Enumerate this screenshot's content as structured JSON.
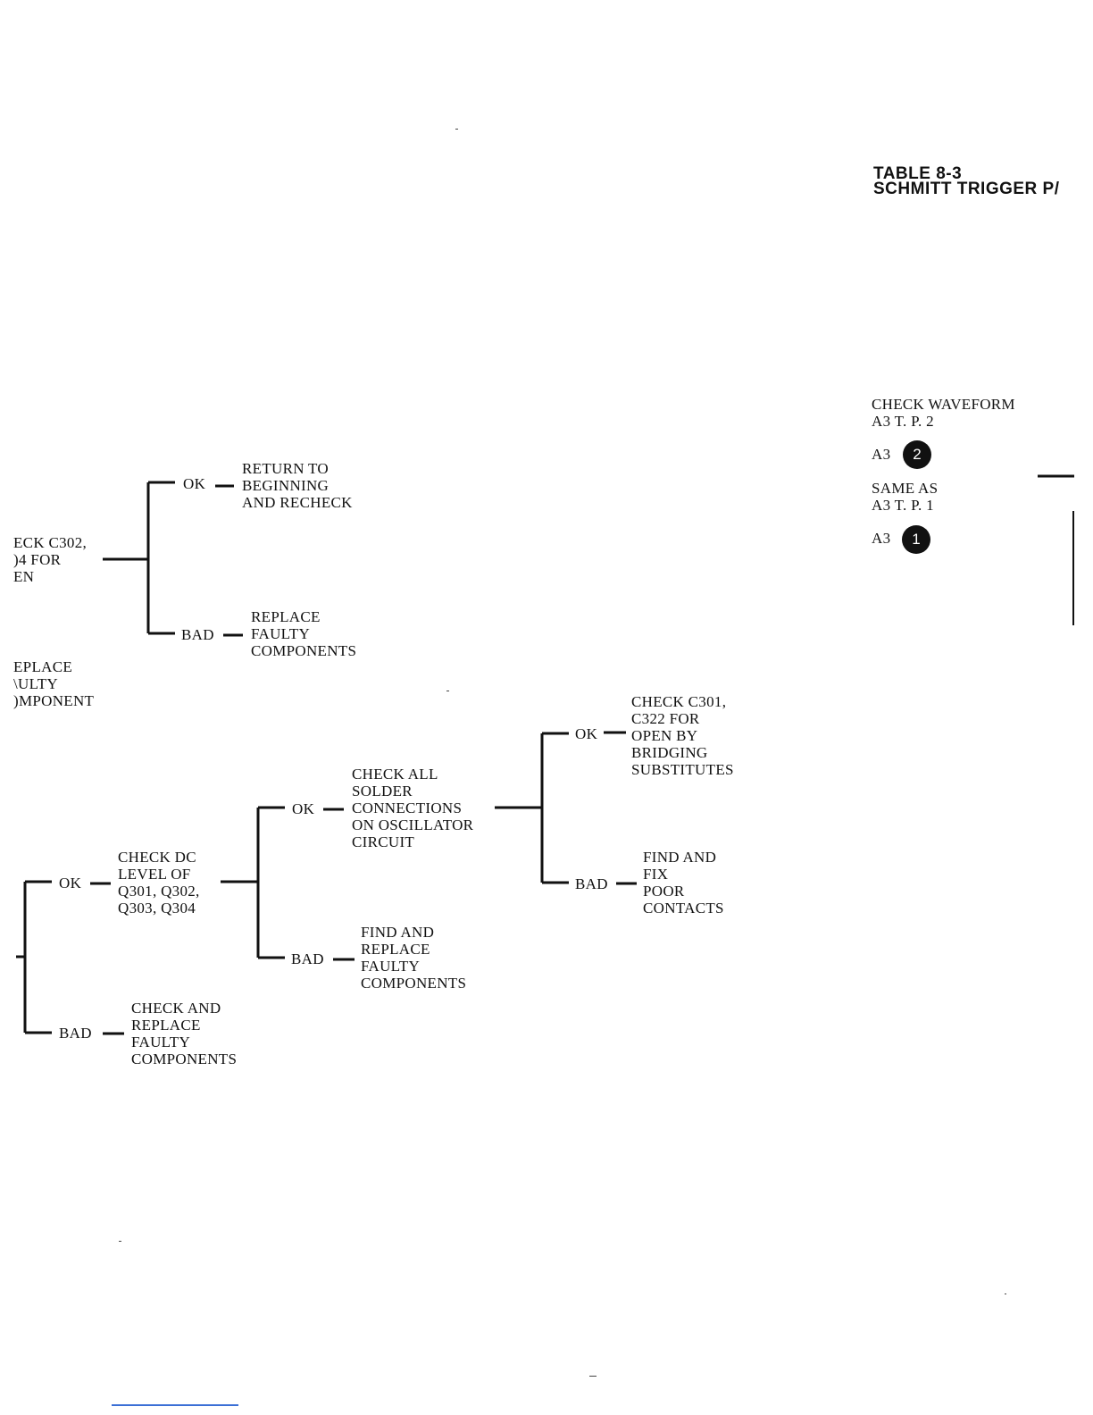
{
  "table_title": {
    "line1": "TABLE 8-3",
    "line2": "SCHMITT TRIGGER P/"
  },
  "test_points": {
    "check_waveform": "CHECK WAVEFORM\nA3 T. P. 2",
    "a3_label_2": "A3",
    "badge_2": "2",
    "same_as": "SAME AS\nA3 T. P. 1",
    "a3_label_1": "A3",
    "badge_1": "1"
  },
  "upper_tree": {
    "check_c302": "ECK C302,\n)4 FOR\nEN",
    "ok": "OK",
    "return_to_beginning": "RETURN TO\nBEGINNING\nAND RECHECK",
    "bad": "BAD",
    "replace_faulty_components": "REPLACE\nFAULTY\nCOMPONENTS",
    "replace_faulty_component": "EPLACE\n\\ULTY\n)MPONENT"
  },
  "lower_tree": {
    "ok_left": "OK",
    "check_dc_level": "CHECK DC\nLEVEL OF\nQ301, Q302,\nQ303, Q304",
    "bad_left": "BAD",
    "check_and_replace": "CHECK AND\nREPLACE\nFAULTY\nCOMPONENTS",
    "ok_mid": "OK",
    "check_solder": "CHECK ALL\nSOLDER\nCONNECTIONS\nON OSCILLATOR\nCIRCUIT",
    "bad_mid": "BAD",
    "find_and_replace": "FIND AND\nREPLACE\nFAULTY\nCOMPONENTS",
    "ok_right": "OK",
    "check_c301": "CHECK C301,\nC322 FOR\nOPEN BY\nBRIDGING\nSUBSTITUTES",
    "bad_right": "BAD",
    "find_and_fix": "FIND AND\nFIX\nPOOR\nCONTACTS"
  }
}
